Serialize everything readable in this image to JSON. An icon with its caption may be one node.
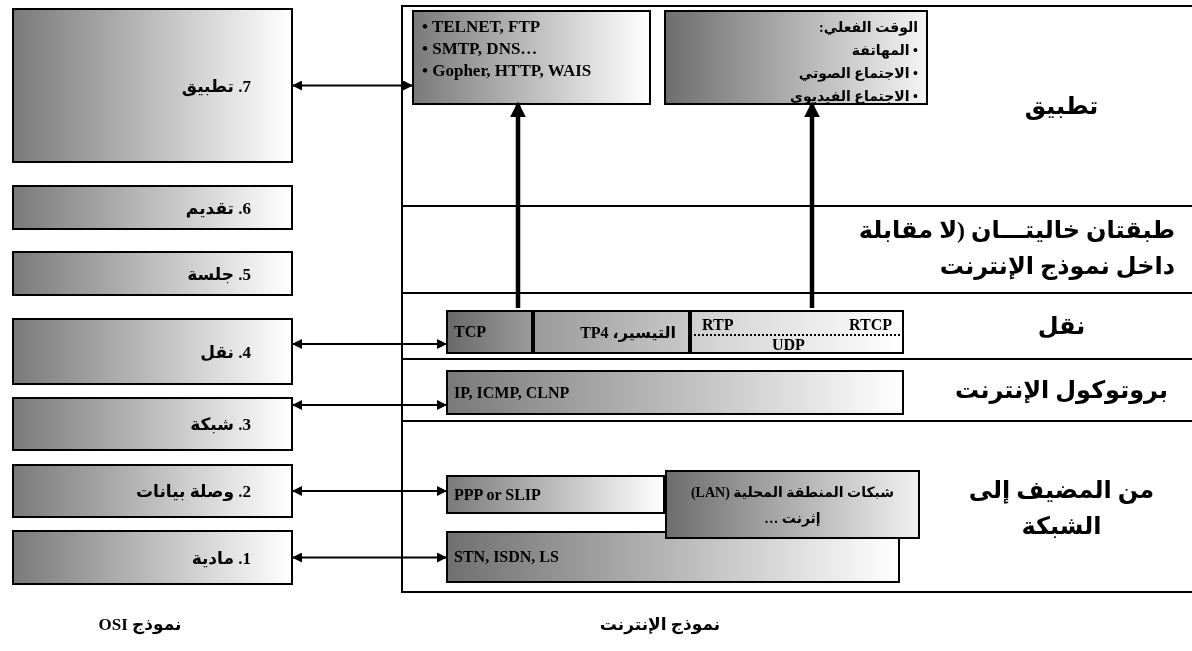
{
  "diagram": {
    "nodes": [
      {
        "text": [
          "7. تطبيق"
        ]
      },
      {
        "text": [
          "6. تقديم"
        ]
      },
      {
        "text": [
          "5. جلسة"
        ]
      },
      {
        "text": [
          "4. نقل"
        ]
      },
      {
        "text": [
          "3. شبكة"
        ]
      },
      {
        "text": [
          "2. وصلة بيانات"
        ]
      },
      {
        "text": [
          "1. مادية"
        ]
      },
      {
        "text": [
          "تطبيق"
        ]
      },
      {
        "text": [
          "• TELNET, FTP",
          "• SMTP, DNS…",
          "• Gopher, HTTP, WAIS"
        ],
        "in": 7
      },
      {
        "text": [
          "الوقت الفعلي:",
          "• المهاتفة",
          "• الاجتماع الصوتي",
          "• الاجتماع الفيديوي"
        ],
        "in": 7
      },
      {
        "text": [
          "نقل"
        ]
      },
      {
        "text": [
          "TCP"
        ],
        "in": 10
      },
      {
        "text": [
          "التيسير، TP4"
        ],
        "in": 10
      },
      {
        "text": [
          "RTCP",
          "RTP",
          "UDP"
        ],
        "in": 10
      },
      {
        "text": [
          "بروتوكول الإنترنت"
        ]
      },
      {
        "text": [
          "IP, ICMP, CLNP"
        ],
        "in": 14
      },
      {
        "text": [
          "من المضيف إلى الشبكة"
        ]
      },
      {
        "text": [
          "PPP or SLIP"
        ],
        "in": 16
      },
      {
        "text": [
          "STN, ISDN, LS"
        ],
        "in": 16
      },
      {
        "text": [
          "شبكات المنطقة المحلية (LAN) إثرنت …"
        ],
        "in": 16
      }
    ],
    "edges": [
      {
        "from": 0,
        "to": 8,
        "arrow": "both"
      },
      {
        "from": 3,
        "to": 11,
        "arrow": "both"
      },
      {
        "from": 4,
        "to": 15,
        "arrow": "both"
      },
      {
        "from": 5,
        "to": 17,
        "arrow": "both"
      },
      {
        "from": 6,
        "to": 18,
        "arrow": "both"
      },
      {
        "from": 11,
        "to": 8,
        "arrow": "to",
        "style": "thick"
      },
      {
        "from": 13,
        "to": 9,
        "arrow": "to",
        "style": "thick"
      }
    ],
    "labels": [
      "طبقتان خاليتـــان (لا مقابلة داخل نموذج الإنترنت",
      "نموذج OSI",
      "نموذج الإنترنت"
    ]
  }
}
